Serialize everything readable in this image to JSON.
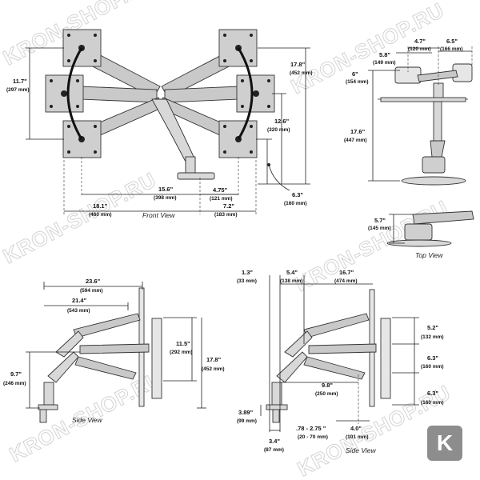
{
  "watermark": "KRON-SHOP.RU",
  "logo_letter": "K",
  "front_view": {
    "caption": "Front View",
    "dims": {
      "h_11_7": "11.7\"",
      "h_297": "(297 mm)",
      "h_17_8": "17.8\"",
      "h_452": "(452 mm)",
      "h_12_6": "12.6\"",
      "h_320": "(320 mm)",
      "h_6_3": "6.3\"",
      "h_160": "(160 mm)",
      "w_15_6": "15.6\"",
      "w_398": "(398 mm)",
      "w_4_75": "4.75\"",
      "w_121": "(121 mm)",
      "w_18_1": "18.1\"",
      "w_460": "(460 mm)",
      "w_7_2": "7.2\"",
      "w_183": "(183 mm)"
    }
  },
  "top_view_1": {
    "dims": {
      "a_5_8": "5.8\"",
      "a_149": "(149 mm)",
      "a_4_7": "4.7\"",
      "a_120": "(120 mm)",
      "a_6_5": "6.5\"",
      "a_166": "(166 mm)",
      "a_6": "6\"",
      "a_154": "(154 mm)",
      "a_17_6": "17.6\"",
      "a_447": "(447 mm)"
    }
  },
  "top_view_2": {
    "caption": "Top View",
    "dims": {
      "a_5_7": "5.7\"",
      "a_145": "(145 mm)"
    }
  },
  "side_view_1": {
    "caption": "Side View",
    "dims": {
      "s_23_6": "23.6\"",
      "s_594": "(594 mm)",
      "s_21_4": "21.4\"",
      "s_543": "(543 mm)",
      "s_11_5": "11.5\"",
      "s_292": "(292 mm)",
      "s_17_8": "17.8\"",
      "s_452": "(452 mm)",
      "s_9_7": "9.7\"",
      "s_246": "(246 mm)"
    }
  },
  "side_view_2": {
    "caption": "Side View",
    "dims": {
      "t_1_3": "1.3\"",
      "t_33": "(33 mm)",
      "t_5_4": "5.4\"",
      "t_138": "(138 mm)",
      "t_16_7": "16.7\"",
      "t_474": "(474 mm)",
      "t_5_2": "5.2\"",
      "t_132": "(132 mm)",
      "t_6_3a": "6.3\"",
      "t_160a": "(160 mm)",
      "t_6_3b": "6.3\"",
      "t_160b": "(160 mm)",
      "t_9_8": "9.8\"",
      "t_250": "(250 mm)",
      "t_3_89": "3.89\"",
      "t_99": "(99 mm)",
      "t_78": ".78 - 2.75 \"",
      "t_20_70": "(20 - 70 mm)",
      "t_4_0": "4.0\"",
      "t_101": "(101 mm)",
      "t_3_4": "3.4\"",
      "t_87": "(87 mm)"
    }
  }
}
